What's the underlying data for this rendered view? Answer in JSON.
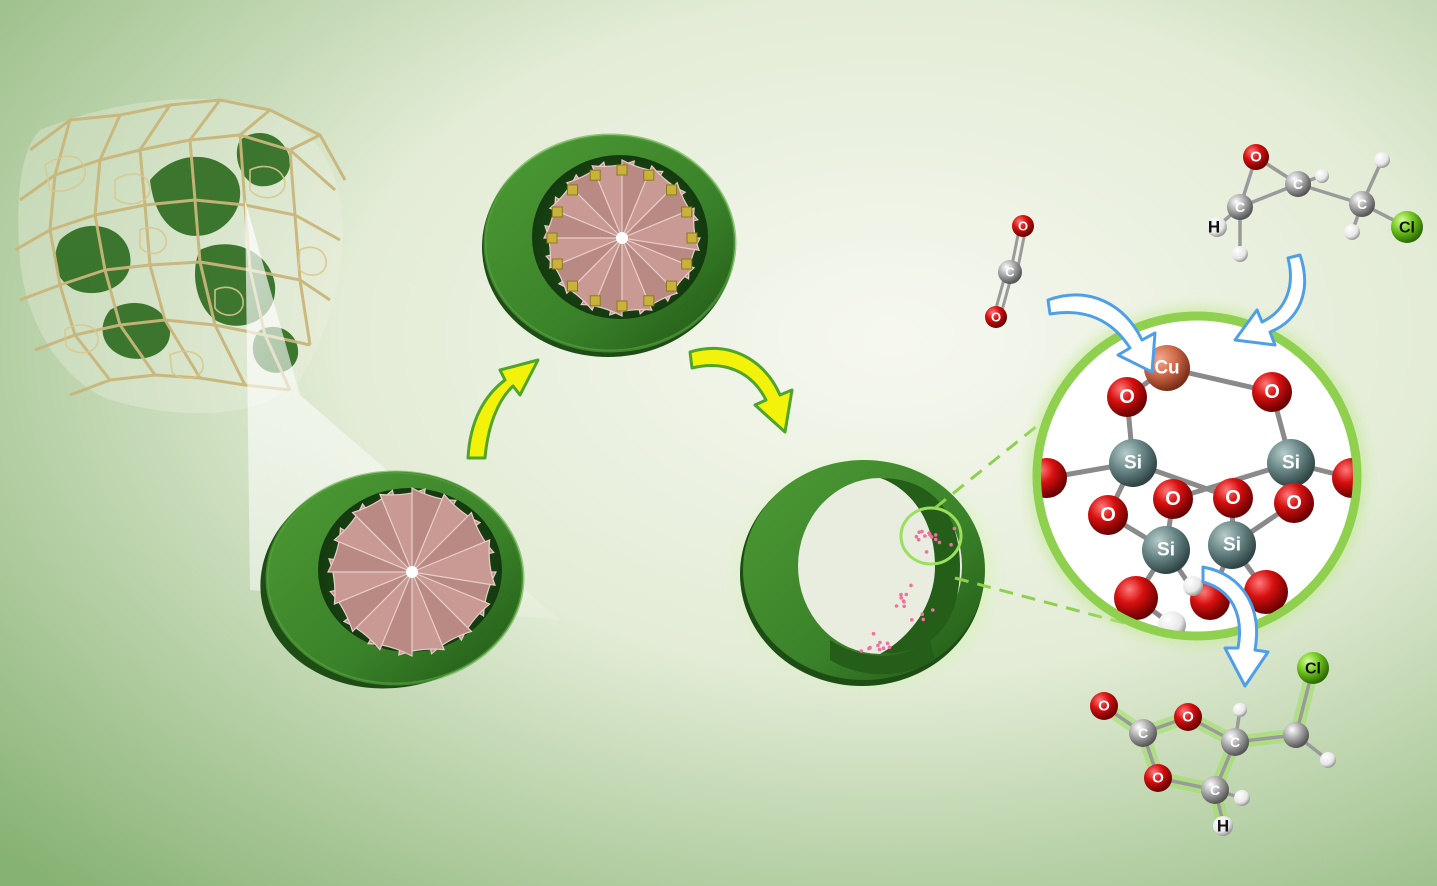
{
  "colors": {
    "background_light": "#f3f6ec",
    "background_green": "#7fae6a",
    "tube_green": "#3f8a2c",
    "tube_dark": "#26621a",
    "tube_inner": "#1f4f16",
    "blade_pink": "#c99a94",
    "yellow_arrow": "#f2f20a",
    "blue_arrow": "#4f9fe8",
    "oxygen_red": "#d40f0f",
    "silicon_gray": "#6b8888",
    "copper": "#d06a4a",
    "carbon_gray": "#a8a8a8",
    "hydrogen_white": "#f4f4f4",
    "chlorine_green": "#7ed321",
    "zoom_ring": "#8fd14f",
    "nanoparticle_pink": "#f070a0",
    "mesh_tan": "#c9b67a"
  },
  "labels": {
    "co2": {
      "o_top": "O",
      "c": "C",
      "o_bottom": "O"
    },
    "epichlorohydrin": {
      "o": "O",
      "c_ring_left": "C",
      "c_ring_right": "C",
      "c_chain": "C",
      "h": "H",
      "cl": "Cl"
    },
    "active_site": {
      "cu": "Cu",
      "o_left": "O",
      "o_right": "O",
      "si_left": "Si",
      "si_right": "Si",
      "o_mid_left": "O",
      "o_mid_center_left": "O",
      "o_mid_center_right": "O",
      "o_mid_right": "O",
      "si_bottom_left": "Si",
      "si_bottom_right": "Si"
    },
    "product": {
      "o_carbonyl": "O",
      "c_carbonyl": "C",
      "o_ring_top": "O",
      "o_ring_bottom": "O",
      "c_ring_right": "C",
      "c_ring_bottom": "C",
      "h": "H",
      "cl": "Cl"
    }
  }
}
